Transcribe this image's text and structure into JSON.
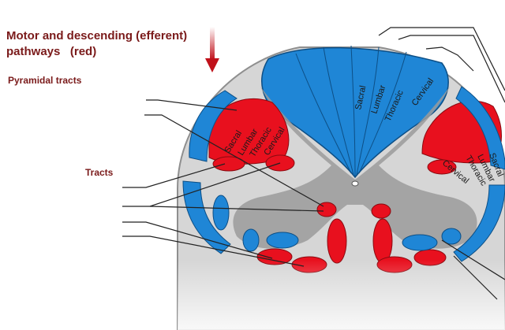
{
  "header": {
    "title_line1": "Motor and descending (efferent)",
    "title_line2": "pathways   (red)"
  },
  "labels": {
    "pyramidal": "Pyramidal tracts",
    "tracts": "Tracts"
  },
  "segments_dorsal": [
    "Sacral",
    "Lumbar",
    "Thoracic",
    "Cervical"
  ],
  "segments_left_lateral": [
    "Sacral",
    "Lumbar",
    "Thoracic",
    "Cervical"
  ],
  "segments_right_lateral": [
    "Cervical",
    "Thoracic",
    "Lumbar",
    "Sacral"
  ],
  "colors": {
    "motor": "#e8101e",
    "sensory": "#1f86d6",
    "gray_matter": "#9a9a9a",
    "white_matter": "#d9d9d9",
    "title": "#7a1a1a",
    "arrow": "#c0111a"
  }
}
